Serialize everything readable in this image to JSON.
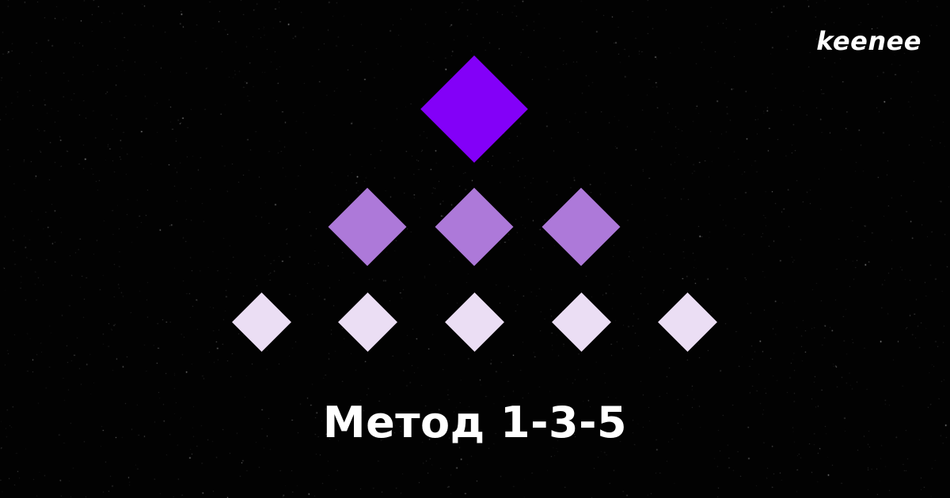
{
  "brand": {
    "logo_text": "keenee"
  },
  "headline": {
    "title": "Метод 1-3-5"
  },
  "pyramid": {
    "levels": [
      {
        "count": 1,
        "color": "#8300f8"
      },
      {
        "count": 3,
        "color": "#ad79d9"
      },
      {
        "count": 5,
        "color": "#ebdef4"
      }
    ]
  },
  "background": {
    "color": "#020202",
    "stars_color": "#ffffff"
  }
}
